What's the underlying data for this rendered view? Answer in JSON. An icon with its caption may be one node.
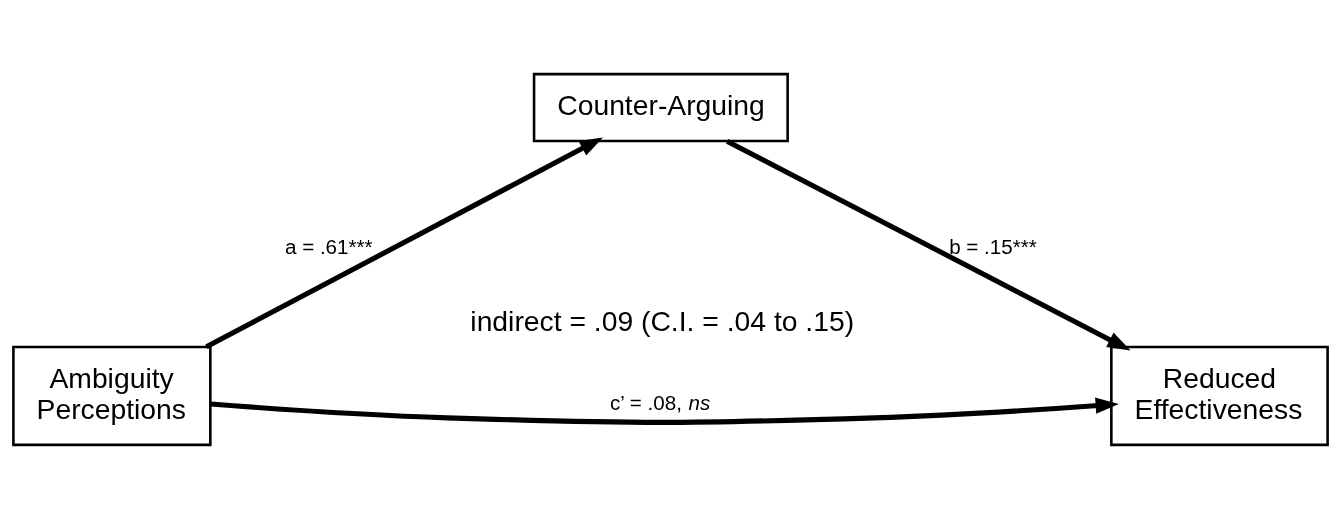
{
  "diagram": {
    "nodes": [
      {
        "text": [
          "Counter-Arguing"
        ]
      },
      {
        "text": [
          "Ambiguity Perceptions"
        ]
      },
      {
        "text": [
          "Reduced Effectiveness"
        ]
      }
    ],
    "edges": [
      {
        "from": 1,
        "to": 0,
        "arrow": "to",
        "label": "a = .61***"
      },
      {
        "from": 0,
        "to": 2,
        "arrow": "to",
        "label": "b = .15***"
      },
      {
        "from": 1,
        "to": 2,
        "arrow": "to",
        "label": "c’ = .08, *ns*"
      }
    ],
    "labels": [
      "indirect = .09 (C.I. = .04 to .15)"
    ]
  }
}
